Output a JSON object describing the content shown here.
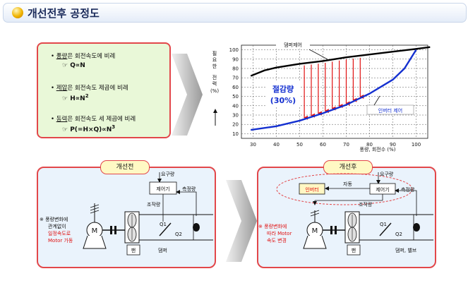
{
  "header": {
    "title": "개선전후 공정도"
  },
  "formulas": [
    {
      "label_underlined": "풍량",
      "label_rest": "은 회전속도에 비례",
      "formula_main": "☞ Q∝N",
      "formula_sup": ""
    },
    {
      "label_underlined": "제압",
      "label_rest": "은 회전속도 제곱에 비례",
      "formula_main": "☞ H∝N",
      "formula_sup": "2"
    },
    {
      "label_underlined": "동력",
      "label_rest": "은 회전속도 세 제곱에 비례",
      "formula_main": "☞ P(=H×Q)∝N",
      "formula_sup": "3"
    }
  ],
  "chart_data": {
    "type": "line",
    "ylabel": "필요한 전력 (%)",
    "xlabel": "풍량, 회전수 (%)",
    "xlim": [
      25,
      105
    ],
    "ylim": [
      5,
      105
    ],
    "x_ticks": [
      30,
      40,
      50,
      60,
      70,
      80,
      90,
      100
    ],
    "y_ticks": [
      10,
      20,
      30,
      40,
      50,
      60,
      70,
      80,
      90,
      100
    ],
    "grid": true,
    "series": [
      {
        "name": "댐퍼제어",
        "color": "#000000",
        "x": [
          29,
          35,
          40,
          50,
          60,
          70,
          80,
          90,
          100,
          106
        ],
        "y": [
          72,
          78,
          81,
          85,
          88,
          92,
          95,
          98,
          101,
          103
        ]
      },
      {
        "name": "인버터 제어",
        "color": "#1430d0",
        "x": [
          29,
          40,
          50,
          60,
          70,
          80,
          90,
          95,
          100
        ],
        "y": [
          14,
          18,
          24,
          32,
          41,
          53,
          68,
          80,
          100
        ]
      }
    ],
    "savings_x": [
      52,
      55,
      58,
      61,
      64,
      67,
      70,
      73,
      76
    ],
    "annotations": {
      "savings": "절감량",
      "savings_pct": "(30%)"
    },
    "colors": {
      "arrows": "#e01010",
      "savings_text": "#1430d0"
    }
  },
  "before": {
    "title": "개선전",
    "demand": "요구량",
    "controller": "제어기",
    "measured": "측정량",
    "manipulated": "조작량",
    "q1": "Q1",
    "q2": "Q2",
    "fan": "팬",
    "damper": "댐퍼",
    "motor": "M",
    "note_black": [
      "※ 풍량변화에",
      "관계없이"
    ],
    "note_red": [
      "일정속도로",
      "Motor 가동"
    ]
  },
  "after": {
    "title": "개선후",
    "demand": "요구량",
    "controller": "제어기",
    "inverter": "인버터",
    "auto": "자동",
    "measured": "측정량",
    "manipulated": "조작량",
    "q1": "Q1",
    "q2": "Q2",
    "fan": "팬",
    "damper": "댐퍼, 밸브",
    "motor": "M",
    "note_red": [
      "※ 풍량변화에",
      "따라 Motor",
      "속도 변경"
    ]
  },
  "colors": {
    "panel_border": "#e2474a",
    "panel_bg": "#eaf3fc",
    "formula_bg": "#e9f8d8"
  }
}
